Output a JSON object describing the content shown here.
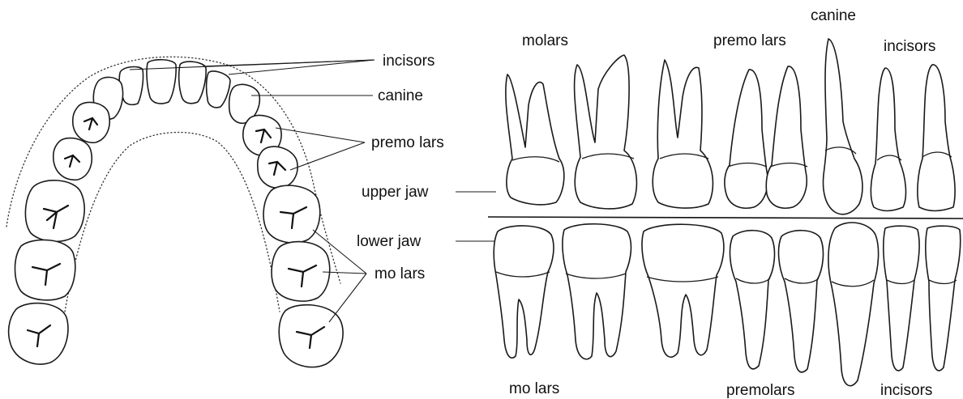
{
  "arch_labels": {
    "incisors": "incisors",
    "canine": "canine",
    "premolars": "premolars",
    "upper_jaw": "upper jaw",
    "lower_jaw": "lower jaw",
    "molars": "molars"
  },
  "side_labels": {
    "top_molars": "molars",
    "top_premolars": "premo lars",
    "top_canine": "canine",
    "top_incisors": "incisors",
    "bottom_molars": "mo lars",
    "bottom_premolars": "premolars",
    "bottom_incisors": "incisors"
  },
  "arch_premolars_text": "premo lars",
  "arch_molars_text": "mo lars"
}
